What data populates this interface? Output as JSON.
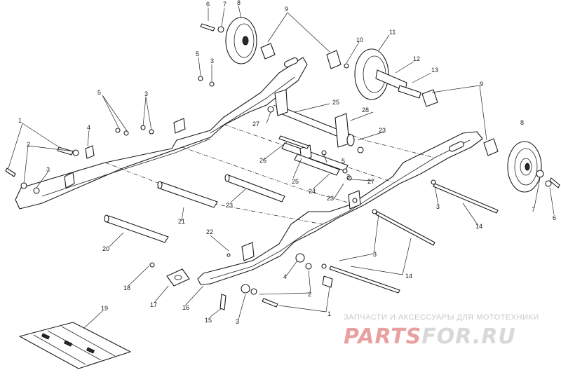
{
  "diagram": {
    "callouts": [
      "6",
      "7",
      "8",
      "9",
      "5",
      "3",
      "10",
      "11",
      "12",
      "13",
      "9",
      "5",
      "3",
      "25",
      "28",
      "23",
      "27",
      "1",
      "4",
      "2",
      "3",
      "26",
      "5",
      "8",
      "3",
      "25",
      "24",
      "23",
      "27",
      "21",
      "23",
      "3",
      "14",
      "7",
      "6",
      "22",
      "20",
      "3",
      "18",
      "17",
      "16",
      "4",
      "2",
      "14",
      "3",
      "1",
      "15",
      "19"
    ]
  },
  "watermark": {
    "tagline": "ЗАПЧАСТИ И АКСЕССУАРЫ ДЛЯ МОТОТЕХНИКИ",
    "logo_part1": "PARTS",
    "logo_part2": "FOR.RU",
    "brand_color": "#e8a0a0"
  }
}
